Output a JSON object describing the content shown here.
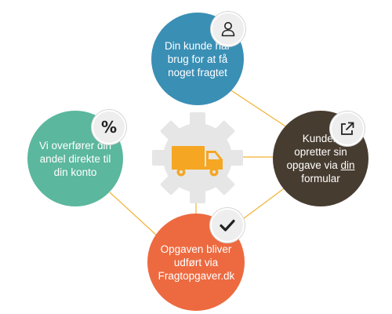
{
  "nodes": {
    "top": {
      "text": "Din kunde har brug for at få noget fragtet",
      "color": "#3a8fb5",
      "icon": "user-icon"
    },
    "right": {
      "text_before": "Kunden opretter sin opgave via ",
      "text_link": "din",
      "text_after": " formular",
      "color": "#473c30",
      "icon": "external-link-icon"
    },
    "bottom": {
      "text": "Opgaven bliver udført via Fragtopgaver.dk",
      "color": "#ed6a40",
      "icon": "checkmark-icon"
    },
    "left": {
      "text": "Vi overfører din andel direkte til din konto",
      "color": "#5bb79d",
      "icon": "percent-icon"
    }
  },
  "badges": {
    "percent_symbol": "%"
  },
  "center": {
    "icon": "truck-gear-icon",
    "gear_color": "#e6e6e6",
    "truck_color": "#f5a623"
  },
  "connector_color": "#f2b233"
}
